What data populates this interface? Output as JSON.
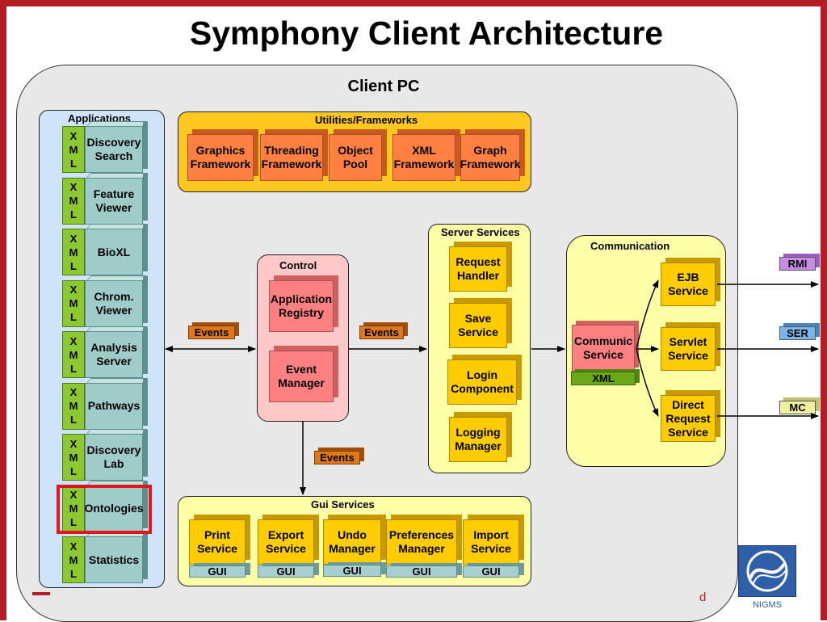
{
  "title": "Symphony Client Architecture",
  "client_pc_label": "Client PC",
  "applications": {
    "label": "Applications",
    "xml_letters": [
      "X",
      "M",
      "L"
    ],
    "items": [
      "Discovery Search",
      "Feature Viewer",
      "BioXL",
      "Chrom. Viewer",
      "Analysis Server",
      "Pathways",
      "Discovery Lab",
      "Ontologies",
      "Statistics"
    ],
    "highlighted": "Ontologies"
  },
  "utilities": {
    "label": "Utilities/Frameworks",
    "items": [
      "Graphics Framework",
      "Threading Framework",
      "Object Pool",
      "XML Framework",
      "Graph Framework"
    ]
  },
  "control": {
    "label": "Control",
    "items": [
      "Application Registry",
      "Event Manager"
    ]
  },
  "server_services": {
    "label": "Server Services",
    "items": [
      "Request Handler",
      "Save Service",
      "Login Component",
      "Logging Manager"
    ]
  },
  "communication": {
    "label": "Communication",
    "communic_service": "Communic Service",
    "xml_tag": "XML",
    "items": [
      "EJB Service",
      "Servlet Service",
      "Direct Request Service"
    ]
  },
  "gui_services": {
    "label": "Gui Services",
    "items": [
      "Print Service",
      "Export Service",
      "Undo Manager",
      "Preferences Manager",
      "Import Service"
    ],
    "tag": "GUI"
  },
  "events_label": "Events",
  "protocols": [
    "RMI",
    "SER",
    "MC"
  ],
  "logo_text": "NIGMS",
  "colors": {
    "border_red": "#b41e23",
    "framework_orange": "#ff8040",
    "utilities_bg": "#ffc820",
    "server_yellow": "#ffcc00",
    "control_pink": "#ff8080",
    "app_teal": "#9fcbc9",
    "xml_green": "#8cc832"
  }
}
